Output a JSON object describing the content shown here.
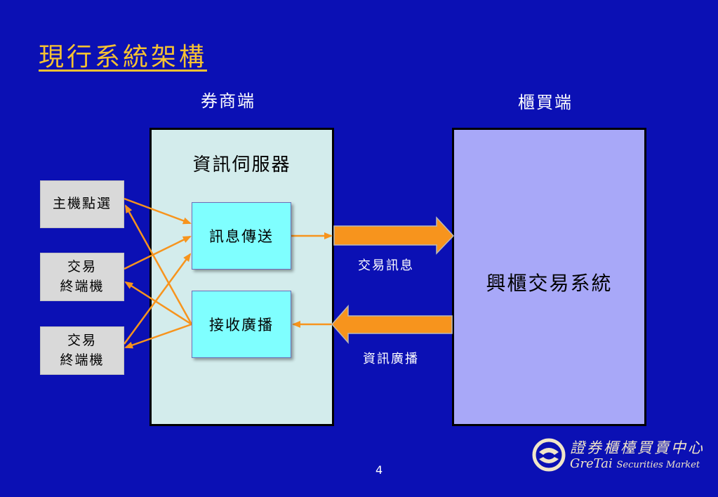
{
  "title": "現行系統架構",
  "columns": {
    "broker": "券商端",
    "otc": "櫃買端"
  },
  "broker_panel": {
    "server_title": "資訊伺服器",
    "send_box": "訊息傳送",
    "receive_box": "接收廣播"
  },
  "otc_panel": {
    "system_label": "興櫃交易系統"
  },
  "terminals": [
    {
      "lines": [
        "主機點選"
      ]
    },
    {
      "lines": [
        "交易",
        "終端機"
      ]
    },
    {
      "lines": [
        "交易",
        "終端機"
      ]
    }
  ],
  "arrows": {
    "trade_message": "交易訊息",
    "info_broadcast": "資訊廣播"
  },
  "page_number": "4",
  "logo": {
    "icon": "gretai-emblem-icon",
    "chinese": "證券櫃檯買賣中心",
    "brand": "GreTai",
    "subtitle": "Securities Market"
  },
  "colors": {
    "background": "#0b10b4",
    "title": "#f5c232",
    "arrow": "#f7941d",
    "broker_panel": "#d3ecec",
    "otc_panel": "#a8a8f8",
    "inner_box": "#7fffff",
    "terminal": "#d9d9d9"
  }
}
